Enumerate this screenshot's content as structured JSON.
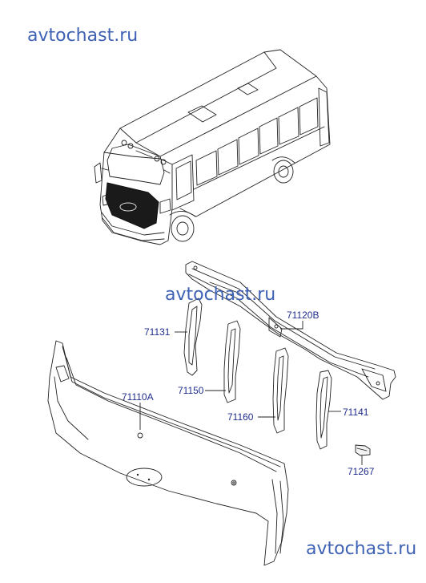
{
  "watermarks": {
    "top": "avtochast.ru",
    "middle": "avtochast.ru",
    "bottom": "avtochast.ru"
  },
  "parts": {
    "p71120B": "71120B",
    "p71131": "71131",
    "p71110A": "71110A",
    "p71150": "71150",
    "p71160": "71160",
    "p71141": "71141",
    "p71267": "71267"
  }
}
